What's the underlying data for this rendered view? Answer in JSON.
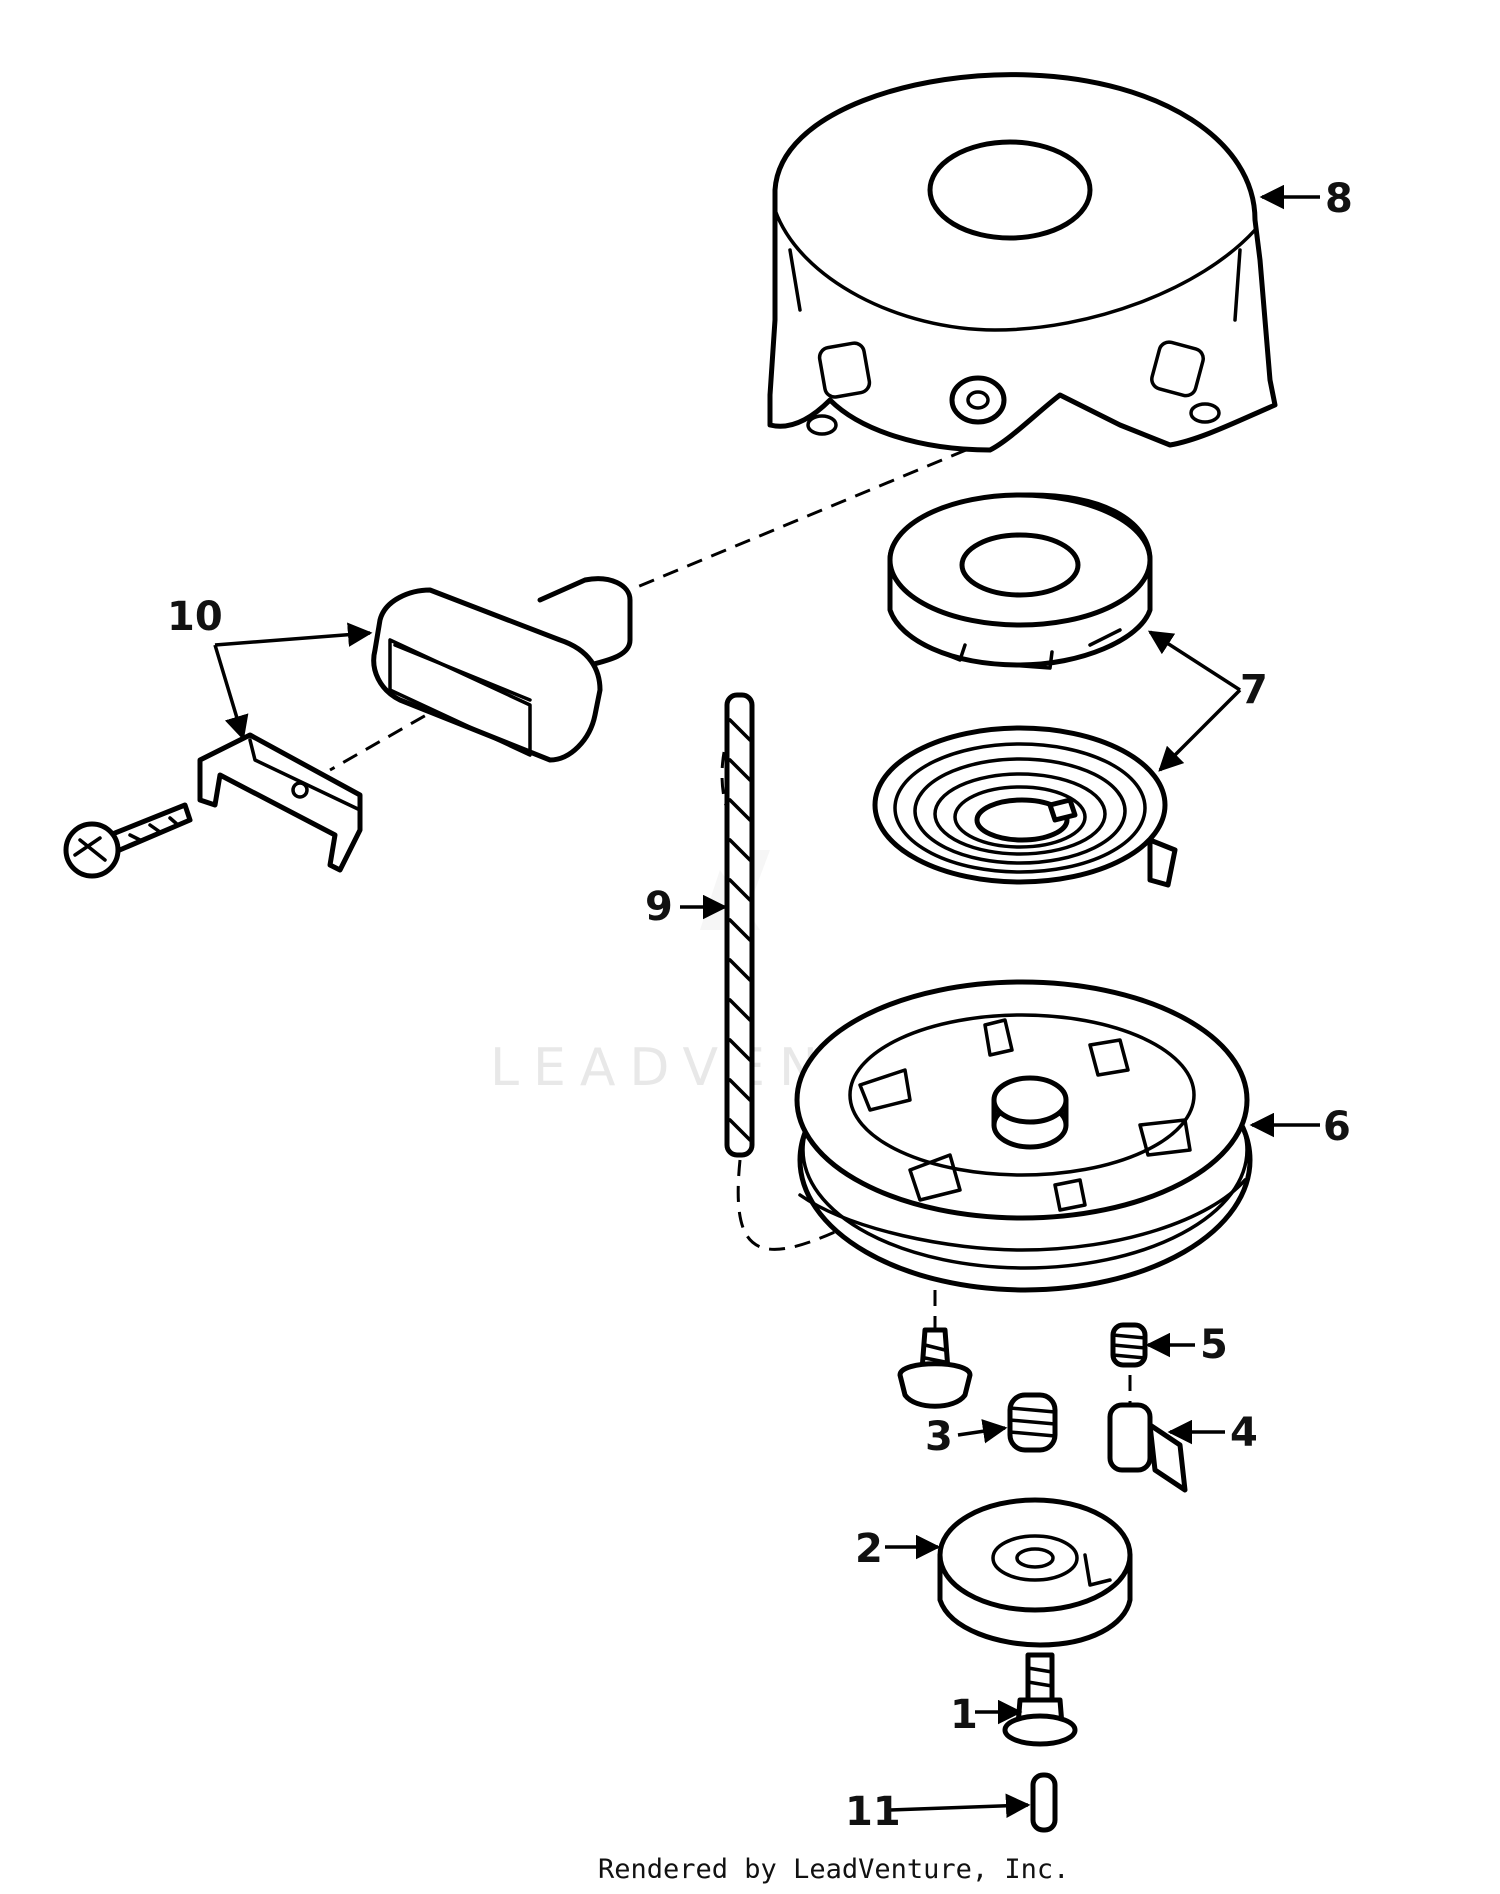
{
  "callouts": {
    "c1": "1",
    "c2": "2",
    "c3": "3",
    "c4": "4",
    "c5": "5",
    "c6": "6",
    "c7": "7",
    "c8": "8",
    "c9": "9",
    "c10": "10",
    "c11": "11"
  },
  "watermark": "LEADVENTURE",
  "footer": "Rendered by LeadVenture, Inc.",
  "colors": {
    "ink": "#000000",
    "background": "#ffffff",
    "watermark": "#e8e8e8"
  }
}
